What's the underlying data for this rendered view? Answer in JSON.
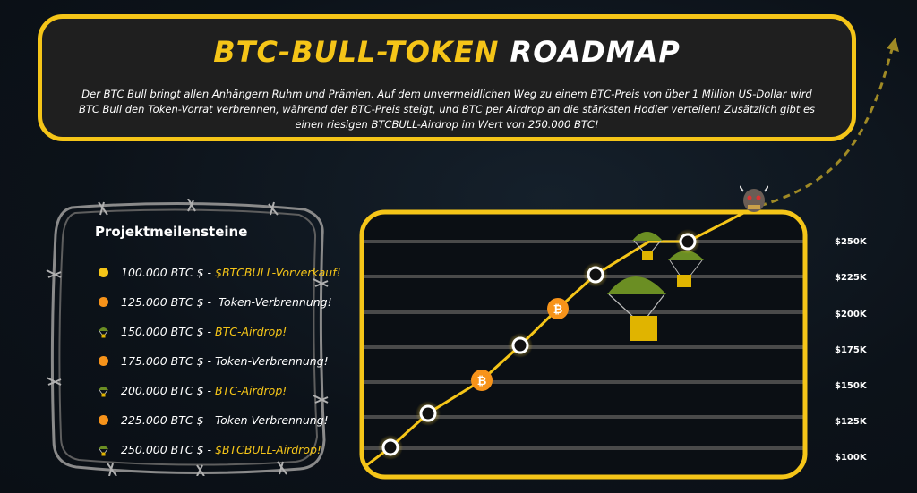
{
  "header": {
    "title_highlight": "BTC-BULL-TOKEN",
    "title_rest": "ROADMAP",
    "description": "Der BTC Bull bringt allen Anhängern Ruhm und Prämien. Auf dem unvermeidlichen Weg zu einem BTC-Preis von über 1 Million US-Dollar wird BTC Bull den Token-Vorrat verbrennen, während der BTC-Preis steigt, und BTC per Airdrop an die stärksten Hodler verteilen! Zusätzlich gibt es einen riesigen BTCBULL-Airdrop im Wert von 250.000 BTC!"
  },
  "milestones": {
    "title": "Projektmeilensteine",
    "items": [
      {
        "price": "100.000 BTC $ -",
        "label": "$BTCBULL-Vorverkauf!",
        "icon": "yellow-dot",
        "highlight": true
      },
      {
        "price": "125.000 BTC $ -",
        "label": "Token-Verbrennung!",
        "icon": "orange-dot",
        "highlight": false
      },
      {
        "price": "150.000 BTC $ -",
        "label": "BTC-Airdrop!",
        "icon": "parachute-icon",
        "highlight": true
      },
      {
        "price": "175.000 BTC $ -",
        "label": "Token-Verbrennung!",
        "icon": "orange-dot",
        "highlight": false
      },
      {
        "price": "200.000 BTC $ -",
        "label": "BTC-Airdrop!",
        "icon": "parachute-icon",
        "highlight": true
      },
      {
        "price": "225.000 BTC $ -",
        "label": "Token-Verbrennung!",
        "icon": "orange-dot",
        "highlight": false
      },
      {
        "price": "250.000 BTC $ -",
        "label": "$BTCBULL-Airdrop!",
        "icon": "parachute-icon",
        "highlight": true
      }
    ]
  },
  "chart": {
    "y_labels": [
      "$250K",
      "$225K",
      "$200K",
      "$175K",
      "$150K",
      "$125K",
      "$100K"
    ],
    "coin_symbol": "₿"
  },
  "colors": {
    "accent": "#f5c518",
    "orange": "#f7931a",
    "panel": "#1f1f1f",
    "parachute": "#6b8e23"
  }
}
